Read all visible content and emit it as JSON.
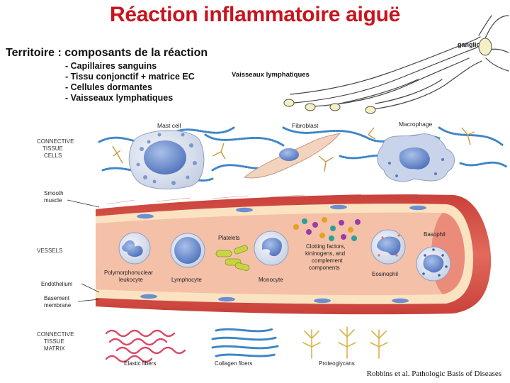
{
  "title": "Réaction inflammatoire aiguë",
  "territory": {
    "heading": "Territoire : composants de la réaction",
    "items": [
      "- Capillaires sanguins",
      "- Tissu conjonctif + matrice EC",
      "- Cellules dormantes",
      "- Vaisseaux lymphatiques"
    ]
  },
  "lymph_label": "Vaisseaux lymphatiques",
  "ganglion_label": "ganglion",
  "diagram": {
    "sections": {
      "connective_tissue_cells": [
        "CONNECTIVE",
        "TISSUE",
        "CELLS"
      ],
      "smooth_muscle": [
        "Smooth",
        "muscle"
      ],
      "vessels": "VESSELS",
      "endothelium": "Endothelium",
      "basement_membrane": [
        "Basement",
        "membrane"
      ],
      "connective_tissue_matrix": [
        "CONNECTIVE",
        "TISSUE",
        "MATRIX"
      ]
    },
    "cells": {
      "mast_cell": "Mast cell",
      "fibroblast": "Fibroblast",
      "macrophage": "Macrophage",
      "pmn": [
        "Polymorphonuclear",
        "leukocyte"
      ],
      "lymphocyte": "Lymphocyte",
      "platelets": "Platelets",
      "monocyte": "Monocyte",
      "clotting": [
        "Clotting factors,",
        "kininogens, and",
        "complement",
        "components"
      ],
      "eosinophil": "Eosinophil",
      "basophil": "Basophil"
    },
    "matrix": {
      "elastic": "Elastic fibers",
      "collagen": "Collagen fibers",
      "proteoglycans": "Proteoglycans"
    }
  },
  "credit": "Robbins et al. Pathologic Basis of Diseases",
  "colors": {
    "title": "#c8141e",
    "vessel_wall": "#d9534a",
    "vessel_lumen": "#f6c9b4",
    "endothelium": "#fbe3c2",
    "cell_blue": "#6c8fcf",
    "collagen": "#3f86c6",
    "elastic": "#d94a68",
    "proteoglycan": "#d8b44a"
  }
}
